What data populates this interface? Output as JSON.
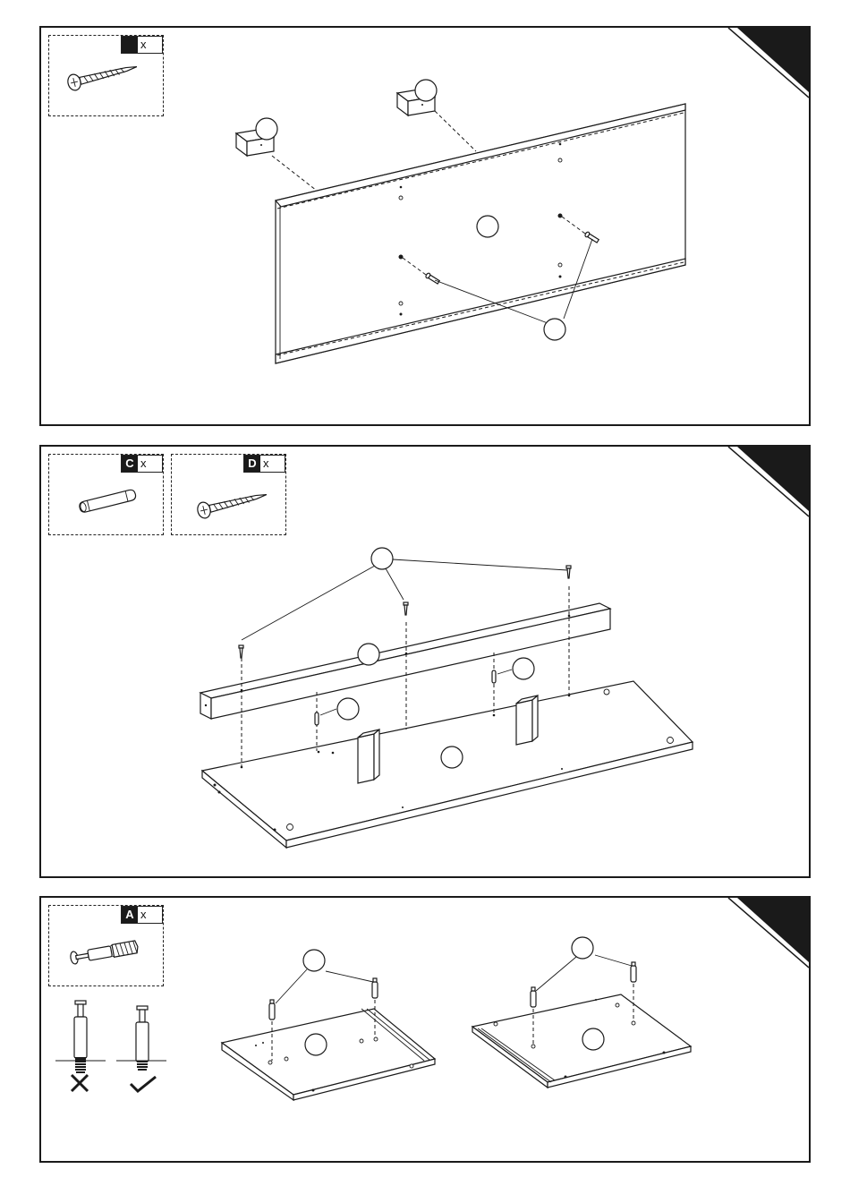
{
  "steps": [
    {
      "hardware": [
        {
          "code": "",
          "mult": "x",
          "icon": "wood-screw-icon"
        }
      ]
    },
    {
      "hardware": [
        {
          "code": "C",
          "mult": "x",
          "icon": "wooden-dowel-icon"
        },
        {
          "code": "D",
          "mult": "x",
          "icon": "wood-screw-icon"
        }
      ]
    },
    {
      "hardware": [
        {
          "code": "A",
          "mult": "x",
          "icon": "cam-bolt-icon"
        }
      ],
      "install_indicators": [
        "incorrect-cross-icon",
        "correct-check-icon"
      ]
    }
  ]
}
